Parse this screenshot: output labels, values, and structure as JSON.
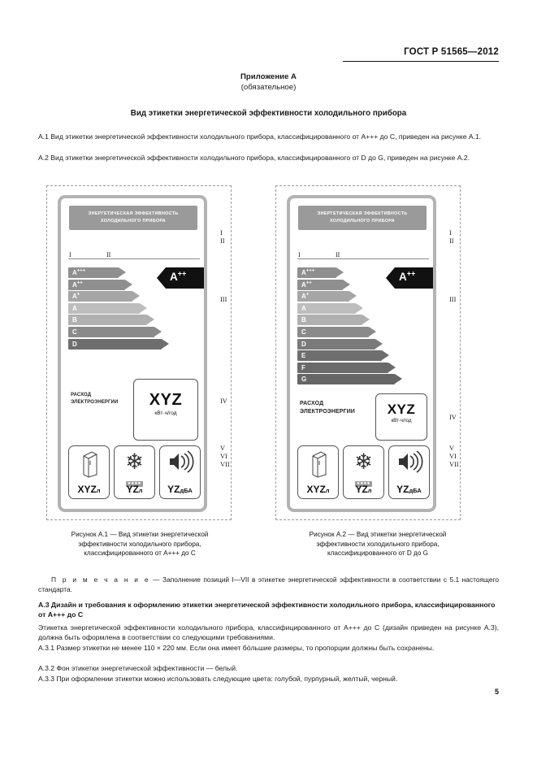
{
  "header": {
    "standard_code": "ГОСТ Р 51565—2012"
  },
  "annex": {
    "title": "Приложение А",
    "subtitle": "(обязательное)",
    "heading": "Вид этикетки энергетической эффективности холодильного прибора"
  },
  "paragraphs": {
    "a1": "А.1 Вид этикетки энергетической эффективности холодильного прибора, классифицированного от А+++ до С, приведен на рисунке А.1.",
    "a2": "А.2 Вид этикетки энергетической эффективности холодильного прибора, классифицированного от D до G, приведен на рисунке А.2.",
    "a3_intro": "Этикетка энергетической эффективности холодильного прибора, классифицированного от А+++ до С (дизайн приведен на рисунке А.3), должна быть оформлена в соответствии со следующими требованиями.",
    "a31": "А.3.1 Размер этикетки не менее 110 × 220 мм. Если она имеет бо́льшие размеры, то пропорции должны быть сохранены.",
    "a32": "А.3.2 Фон этикетки энергетической эффективности — белый.",
    "a33": "А.3.3 При оформлении этикетки можно использовать следующие цвета: голубой, пурпурный, желтый, черный."
  },
  "note": {
    "label": "П р и м е ч а н и е",
    "dash": "—",
    "text": "Заполнение позиций I—VII в этикетке энергетической эффективности в соответствии с 5.1 настоящего стандарта."
  },
  "sub_heading": "А.3 Дизайн и требования к оформлению этикетки энергетической эффективности холодильного прибора, классифицированного от А+++ до С",
  "label_common": {
    "banner_line1": "ЭНЕРГЕТИЧЕСКАЯ ЭФФЕКТИВНОСТЬ",
    "banner_line2": "ХОЛОДИЛЬНОГО ПРИБОРА",
    "marker_I": "I",
    "marker_II": "II",
    "selected_class": "A",
    "selected_class_sup": "++",
    "consumption_label_line1": "РАСХОД",
    "consumption_label_line2": "ЭЛЕКТРОЭНЕРГИИ",
    "consumption_value": "XYZ",
    "consumption_unit": "кВт·ч/год",
    "picto_fridge_value": "XYZ",
    "picto_fridge_unit": "л",
    "picto_freezer_value": "YZ",
    "picto_freezer_unit": "л",
    "picto_noise_value": "YZ",
    "picto_noise_unit": "дБА",
    "stars_chip": "✱✱✱✱",
    "snowflake_icon": "❄",
    "roman_numerals": [
      "I",
      "II",
      "III",
      "IV",
      "V",
      "VI",
      "VII"
    ]
  },
  "figure_left": {
    "caption_line1": "Рисунок А.1 — Вид этикетки энергетической",
    "caption_line2": "эффективности холодильного прибора,",
    "caption_line3": "классифицированного от А+++ до С",
    "classes": [
      {
        "label": "A",
        "sup": "+++",
        "color": "#8f8f8f",
        "width": 62
      },
      {
        "label": "A",
        "sup": "++",
        "color": "#8f8f8f",
        "width": 70
      },
      {
        "label": "A",
        "sup": "+",
        "color": "#a6a6a6",
        "width": 79
      },
      {
        "label": "A",
        "sup": "",
        "color": "#bdbdbd",
        "width": 88
      },
      {
        "label": "B",
        "sup": "",
        "color": "#b0b0b0",
        "width": 97
      },
      {
        "label": "C",
        "sup": "",
        "color": "#8a8a8a",
        "width": 106
      },
      {
        "label": "D",
        "sup": "",
        "color": "#6e6e6e",
        "width": 115
      }
    ]
  },
  "figure_right": {
    "caption_line1": "Рисунок А.2 — Вид этикетки энергетической",
    "caption_line2": "эффективности холодильного прибора,",
    "caption_line3": "классифицированного от D до G",
    "classes": [
      {
        "label": "A",
        "sup": "+++",
        "color": "#8f8f8f",
        "width": 48
      },
      {
        "label": "A",
        "sup": "++",
        "color": "#8f8f8f",
        "width": 56
      },
      {
        "label": "A",
        "sup": "+",
        "color": "#a6a6a6",
        "width": 64
      },
      {
        "label": "A",
        "sup": "",
        "color": "#bdbdbd",
        "width": 72
      },
      {
        "label": "B",
        "sup": "",
        "color": "#b0b0b0",
        "width": 80
      },
      {
        "label": "C",
        "sup": "",
        "color": "#8a8a8a",
        "width": 88
      },
      {
        "label": "D",
        "sup": "",
        "color": "#7a7a7a",
        "width": 96
      },
      {
        "label": "E",
        "sup": "",
        "color": "#6e6e6e",
        "width": 104
      },
      {
        "label": "F",
        "sup": "",
        "color": "#6a6a6a",
        "width": 112
      },
      {
        "label": "G",
        "sup": "",
        "color": "#666666",
        "width": 120
      }
    ]
  },
  "page_number": "5"
}
